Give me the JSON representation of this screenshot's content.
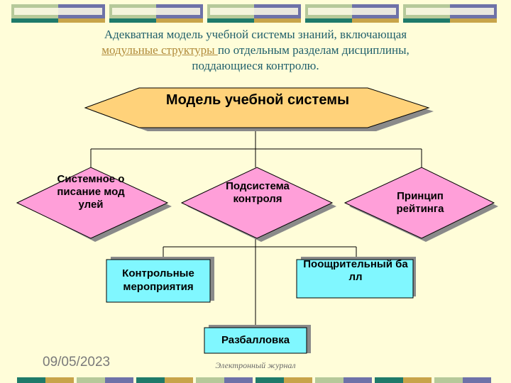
{
  "header": {
    "line1": "Адекватная модель учебной системы знаний, включающая",
    "line2_link": "модульные структуры ",
    "line2_rest": "по отдельным разделам дисциплины,",
    "line3": "поддающиеся контролю."
  },
  "diagram": {
    "root": "Модель учебной системы",
    "level1": [
      "Системное описание модулей",
      "Подсистема контроля",
      "Принцип рейтинга"
    ],
    "level2": [
      "Контрольные мероприятия",
      "Поощрительный балл",
      "Разбалловка"
    ]
  },
  "footer": {
    "date": "09/05/2023",
    "caption": "Электронный журнал"
  },
  "colors": {
    "background": "#fffdd9",
    "hexagon": "#ffd27a",
    "diamond": "#ff9fd9",
    "box": "#80f7ff",
    "title": "#1f5f6b"
  }
}
